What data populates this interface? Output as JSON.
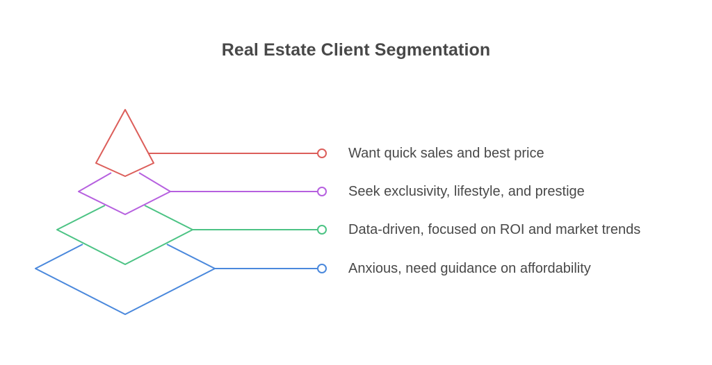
{
  "title": "Real Estate Client Segmentation",
  "segments": [
    {
      "label": "Want quick sales and best price",
      "color": "#dc5e5a"
    },
    {
      "label": "Seek exclusivity, lifestyle, and prestige",
      "color": "#b660df"
    },
    {
      "label": "Data-driven, focused on ROI and market trends",
      "color": "#4cc384"
    },
    {
      "label": "Anxious, need guidance on affordability",
      "color": "#4a88dc"
    }
  ]
}
